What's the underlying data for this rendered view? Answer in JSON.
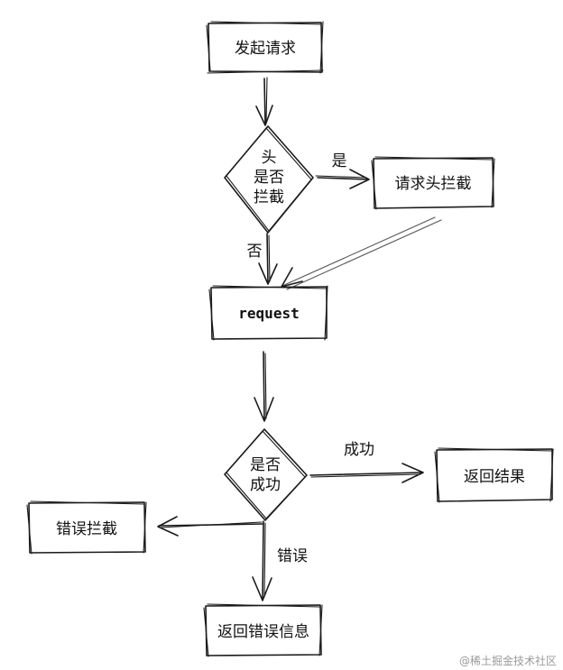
{
  "nodes": {
    "start": "发起请求",
    "header_question": [
      "头",
      "是否",
      "拦截"
    ],
    "header_intercept": "请求头拦截",
    "request": "request",
    "success_question": [
      "是否",
      "成功"
    ],
    "return_result": "返回结果",
    "error_intercept": "错误拦截",
    "return_error": "返回错误信息"
  },
  "edges": {
    "yes": "是",
    "no": "否",
    "success": "成功",
    "error": "错误"
  },
  "watermark": "@稀土掘金技术社区"
}
